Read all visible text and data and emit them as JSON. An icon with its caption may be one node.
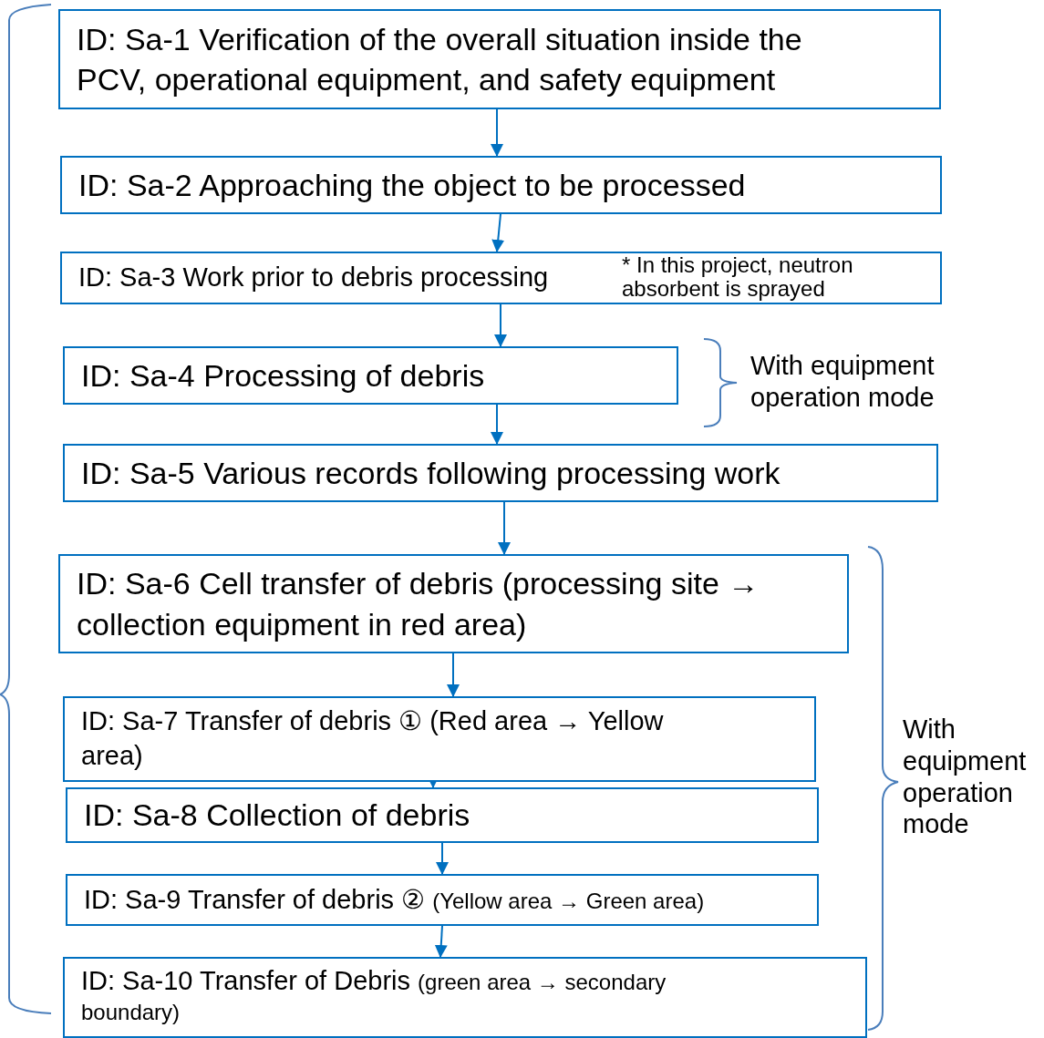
{
  "diagram": {
    "nodes": [
      {
        "text": [
          "ID: Sa-1 Verification of the overall situation inside the PCV, operational equipment, and safety equipment"
        ]
      },
      {
        "text": [
          "ID: Sa-2 Approaching the object to be processed"
        ]
      },
      {
        "text": [
          "ID: Sa-3 Work prior to debris processing",
          "* In this project, neutron absorbent is sprayed"
        ]
      },
      {
        "text": [
          "ID: Sa-4 Processing of debris"
        ]
      },
      {
        "text": [
          "ID: Sa-5 Various records following processing work"
        ]
      },
      {
        "text": [
          "ID: Sa-6 Cell transfer of debris (processing site → collection equipment in red area)"
        ]
      },
      {
        "text": [
          "ID: Sa-7 Transfer of debris ① (Red area → Yellow area)"
        ]
      },
      {
        "text": [
          "ID: Sa-8 Collection of debris"
        ]
      },
      {
        "text": [
          "ID: Sa-9 Transfer of debris ②",
          "(Yellow area → Green area)"
        ]
      },
      {
        "text": [
          "ID: Sa-10 Transfer of Debris",
          "(green area → secondary boundary)"
        ]
      }
    ],
    "edges": [
      {
        "from": 0,
        "to": 1,
        "arrow": "to"
      },
      {
        "from": 1,
        "to": 2,
        "arrow": "to"
      },
      {
        "from": 2,
        "to": 3,
        "arrow": "to"
      },
      {
        "from": 3,
        "to": 4,
        "arrow": "to"
      },
      {
        "from": 4,
        "to": 5,
        "arrow": "to"
      },
      {
        "from": 5,
        "to": 6,
        "arrow": "to"
      },
      {
        "from": 6,
        "to": 7,
        "arrow": "to"
      },
      {
        "from": 7,
        "to": 8,
        "arrow": "to"
      },
      {
        "from": 8,
        "to": 9,
        "arrow": "to"
      }
    ],
    "labels": [
      "With equipment operation mode",
      "With equipment operation mode"
    ]
  }
}
